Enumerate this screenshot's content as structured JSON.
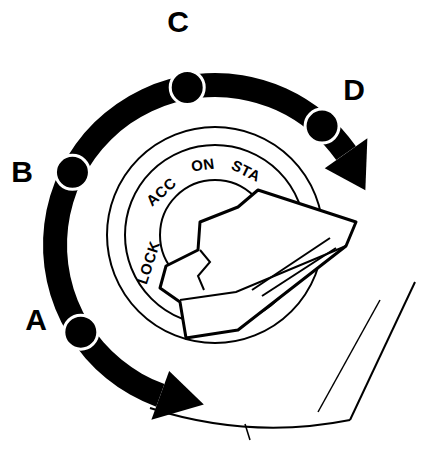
{
  "diagram": {
    "labels": [
      "A",
      "B",
      "C",
      "D",
      "LOCK",
      "ACC",
      "ON",
      "STA"
    ]
  }
}
